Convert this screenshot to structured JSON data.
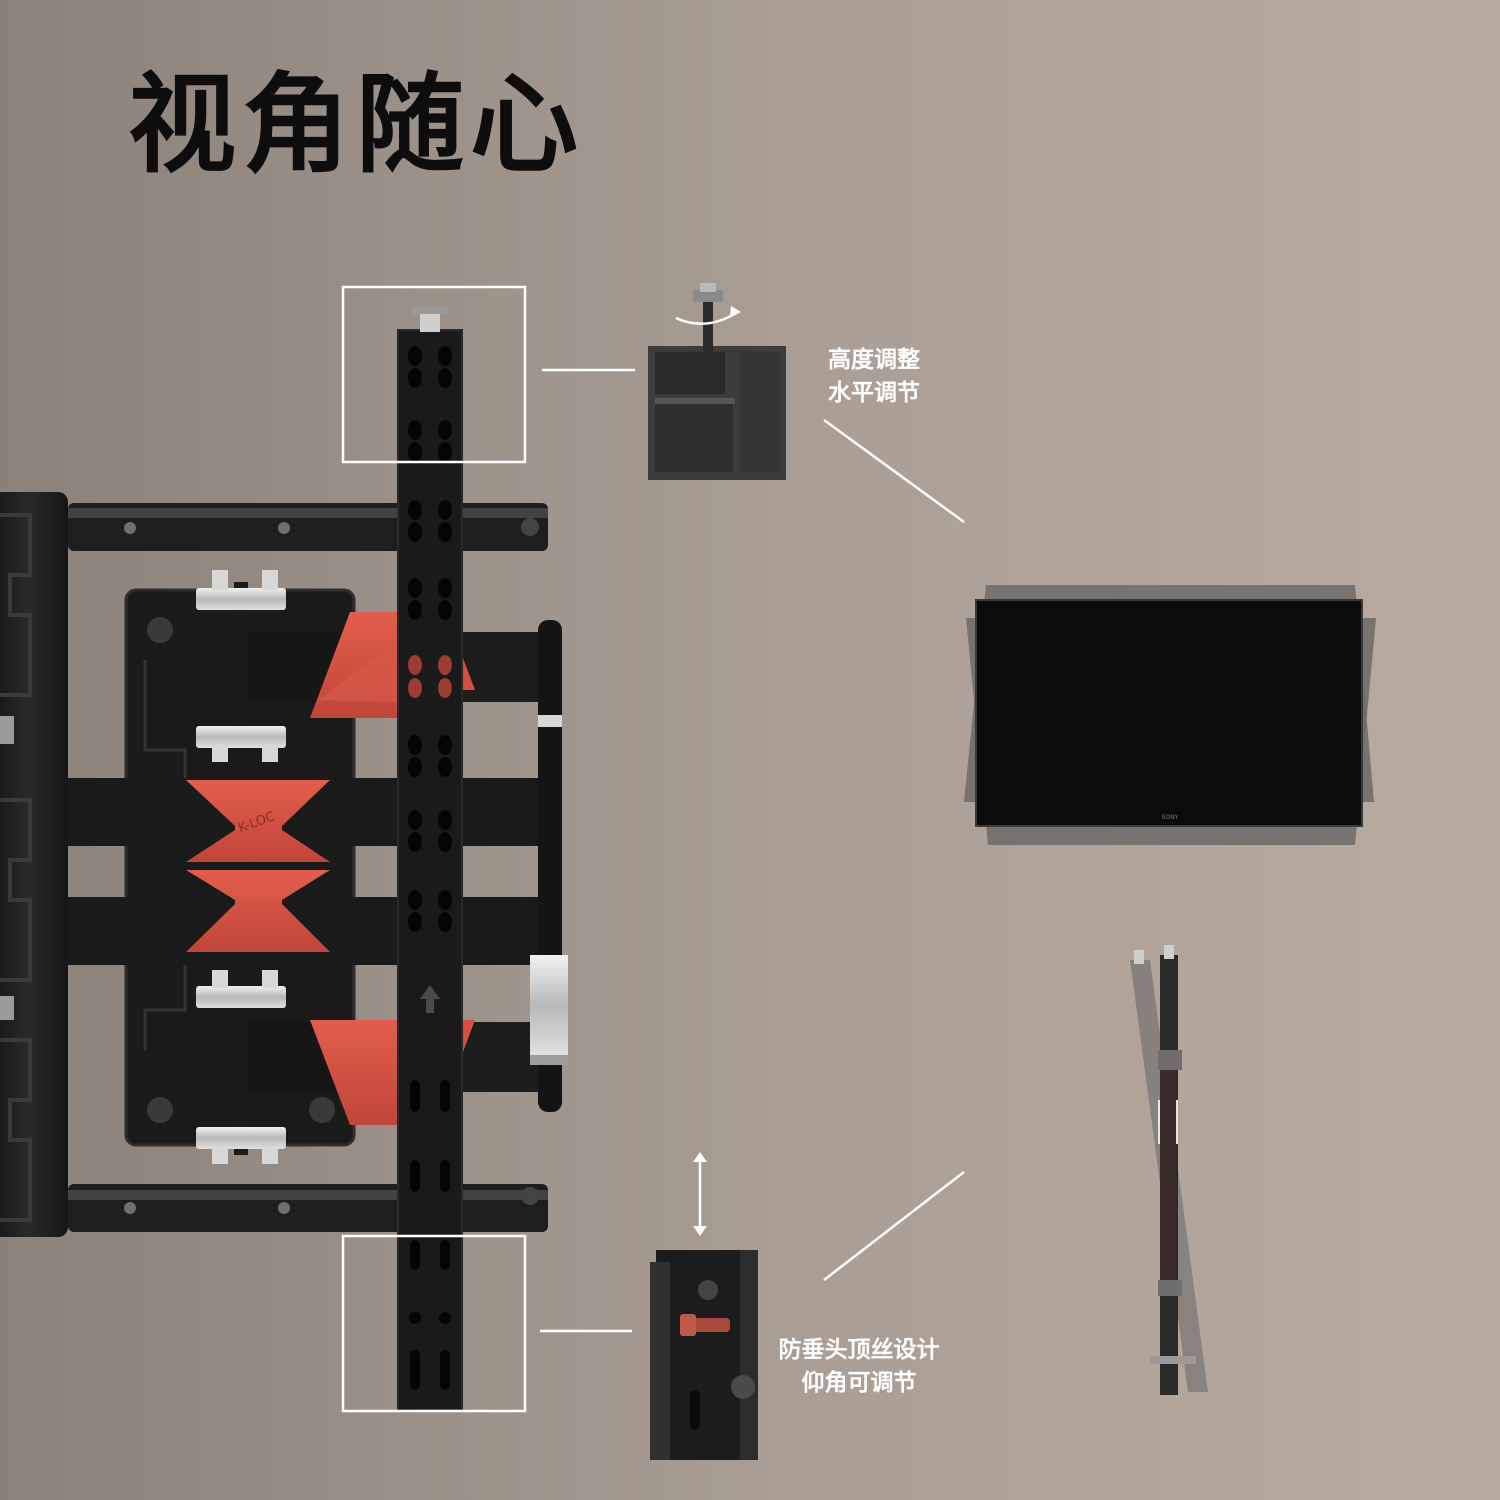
{
  "page": {
    "title": "视角随心",
    "callout_top": {
      "line1": "高度调整",
      "line2": "水平调节"
    },
    "callout_bottom": {
      "line1": "防垂头顶丝设计",
      "line2": "仰角可调节"
    },
    "arm_block_logo": "K-LOC",
    "tv_brand": "SONY"
  },
  "colors": {
    "background": "#a2978d",
    "metal": "#1b1b1c",
    "accent_red": "#d4503f",
    "highlight_white": "#ffffff"
  }
}
